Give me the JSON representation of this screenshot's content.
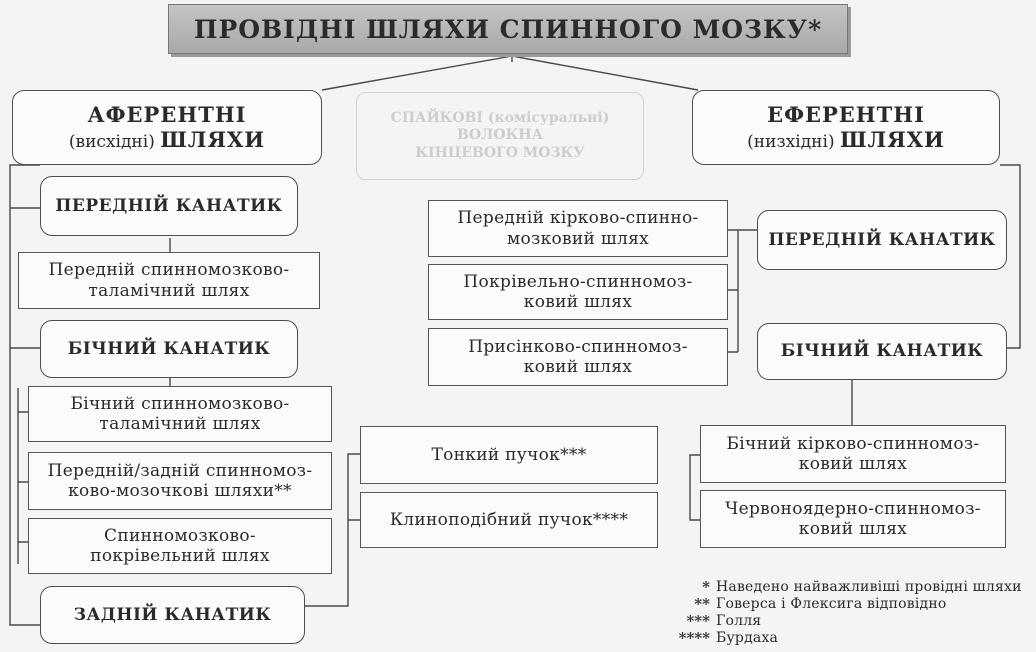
{
  "title": "ПРОВІДНІ ШЛЯХИ СПИННОГО МОЗКУ*",
  "afferent": {
    "header_main": "АФЕРЕНТНІ",
    "header_paren": "(висхідні)",
    "header_word": "ШЛЯХИ",
    "anterior_cord": "ПЕРЕДНІЙ КАНАТИК",
    "anterior_tracts": [
      "Передній спинномозково-",
      "таламічний шлях"
    ],
    "lateral_cord": "БІЧНИЙ КАНАТИК",
    "lateral_tract_1": [
      "Бічний спинномозково-",
      "таламічний шлях"
    ],
    "lateral_tract_2": [
      "Передній/задній спинномоз-",
      "ково-мозочкові шляхи**"
    ],
    "lateral_tract_3": [
      "Спинномозково-",
      "покрівельний шлях"
    ],
    "posterior_cord": "ЗАДНІЙ КАНАТИК",
    "posterior_tract_1": "Тонкий пучок***",
    "posterior_tract_2": "Клиноподібний пучок****"
  },
  "efferent": {
    "header_main": "ЕФЕРЕНТНІ",
    "header_paren": "(низхідні)",
    "header_word": "ШЛЯХИ",
    "anterior_tract_1": [
      "Передній кірково-спинно-",
      "мозковий шлях"
    ],
    "anterior_tract_2": [
      "Покрівельно-спинномоз-",
      "ковий шлях"
    ],
    "anterior_tract_3": [
      "Присінково-спинномоз-",
      "ковий шлях"
    ],
    "anterior_cord": "ПЕРЕДНІЙ КАНАТИК",
    "lateral_cord": "БІЧНИЙ КАНАТИК",
    "lateral_tract_1": [
      "Бічний кірково-спинномоз-",
      "ковий шлях"
    ],
    "lateral_tract_2": [
      "Червоноядерно-спинномоз-",
      "ковий шлях"
    ]
  },
  "ghost_box": [
    "СПАЙКОВІ (комісуральні)",
    "ВОЛОКНА",
    "КІНЦЕВОГО МОЗКУ"
  ],
  "footnotes": [
    {
      "mark": "*",
      "text": "Наведено найважливіші провідні шляхи"
    },
    {
      "mark": "**",
      "text": "Говерса і Флексига відповідно"
    },
    {
      "mark": "***",
      "text": "Голля"
    },
    {
      "mark": "****",
      "text": "Бурдаха"
    }
  ],
  "colors": {
    "title_bg": "#b6b6b6",
    "border": "#555555",
    "box_bg": "#fbfbfa",
    "ghost": "#cdcdcd"
  }
}
